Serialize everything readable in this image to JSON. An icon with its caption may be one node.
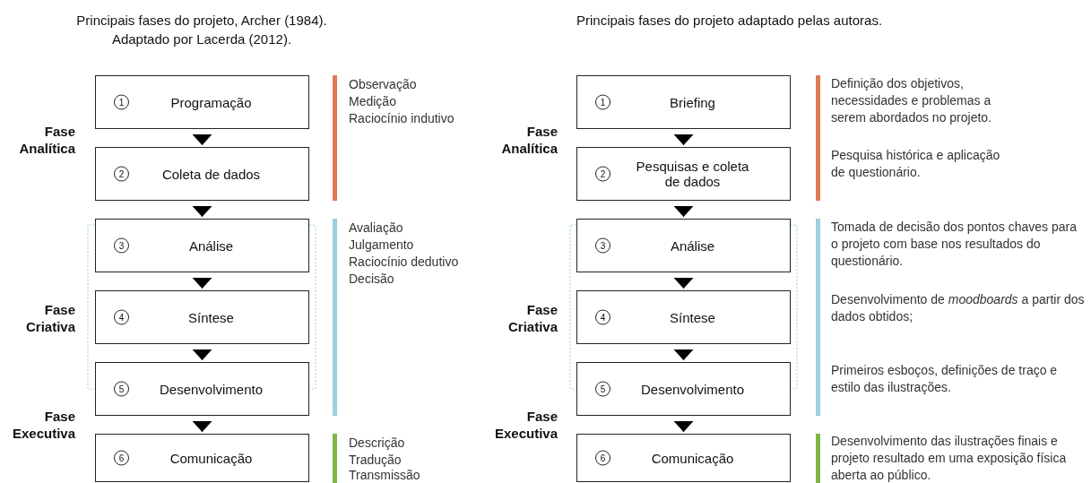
{
  "diagram": {
    "nodes": [
      {
        "text": [
          "1",
          "Programação"
        ]
      },
      {
        "text": [
          "2",
          "Coleta de dados"
        ]
      },
      {
        "text": [
          "3",
          "Análise"
        ]
      },
      {
        "text": [
          "4",
          "Síntese"
        ]
      },
      {
        "text": [
          "5",
          "Desenvolvimento"
        ]
      },
      {
        "text": [
          "6",
          "Comunicação"
        ]
      },
      {
        "text": [
          "1",
          "Briefing"
        ]
      },
      {
        "text": [
          "2",
          "Pesquisas e coleta de dados"
        ]
      },
      {
        "text": [
          "3",
          "Análise"
        ]
      },
      {
        "text": [
          "4",
          "Síntese"
        ]
      },
      {
        "text": [
          "5",
          "Desenvolvimento"
        ]
      },
      {
        "text": [
          "6",
          "Comunicação"
        ]
      }
    ],
    "edges": [
      {
        "from": 0,
        "to": 1,
        "arrow": "to"
      },
      {
        "from": 1,
        "to": 2,
        "arrow": "to"
      },
      {
        "from": 2,
        "to": 3,
        "arrow": "to"
      },
      {
        "from": 3,
        "to": 4,
        "arrow": "to"
      },
      {
        "from": 4,
        "to": 5,
        "arrow": "to"
      },
      {
        "from": 6,
        "to": 7,
        "arrow": "to"
      },
      {
        "from": 7,
        "to": 8,
        "arrow": "to"
      },
      {
        "from": 8,
        "to": 9,
        "arrow": "to"
      },
      {
        "from": 9,
        "to": 10,
        "arrow": "to"
      },
      {
        "from": 10,
        "to": 11,
        "arrow": "to"
      }
    ],
    "labels": [
      "Principais fases do projeto, Archer (1984). Adaptado por Lacerda (2012).",
      "Fase Analítica",
      "Fase Criativa",
      "Fase Executiva",
      "Observação",
      "Medição",
      "Raciocínio indutivo",
      "Avaliação",
      "Julgamento",
      "Raciocínio dedutivo",
      "Decisão",
      "Descrição",
      "Tradução",
      "Transmissão",
      "Principais fases do projeto adaptado pelas autoras.",
      "Fase Analítica",
      "Fase Criativa",
      "Fase Executiva",
      "Definição dos objetivos, necessidades e problemas a serem abordados no projeto.",
      "Pesquisa histórica e aplicação de questionário.",
      "Tomada de decisão dos pontos chaves para o projeto com base nos resultados do questionário.",
      "Desenvolvimento de *moodboards* a partir dos dados obtidos;",
      "Primeiros esboços, definições de traço e estilo das ilustrações.",
      "Desenvolvimento das ilustrações finais e projeto resultado em uma exposição física aberta ao público."
    ]
  }
}
